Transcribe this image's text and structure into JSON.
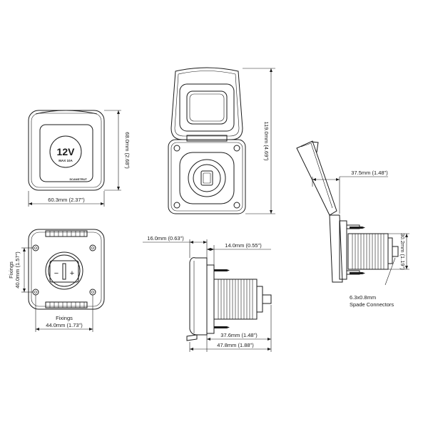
{
  "dimensions": {
    "front_width": "60.3mm (2.37\")",
    "front_height": "68.0mm (2.68\")",
    "open_height": "119.0mm (4.69\")",
    "side_open_depth": "37.5mm (1.48\")",
    "bezel_thickness": "16.0mm (0.63\")",
    "flange_offset": "14.0mm (0.55\")",
    "body_length": "37.6mm (1.48\")",
    "overall_length": "47.8mm (1.88\")",
    "body_diameter": "30.2mm (1.19\")",
    "fixings_vertical": "40.0mm (1.57\")",
    "fixings_horizontal": "44.0mm (1.73\")"
  },
  "labels": {
    "fixings_side": "Fixings",
    "fixings_bottom": "Fixings",
    "spade_size": "6.3x0.8mm",
    "spade_connectors": "Spade Connectors"
  },
  "cover": {
    "voltage": "12V",
    "rating": "MAX 10A",
    "brand": "SCANSTRUT"
  },
  "socket": {
    "minus": "−",
    "plus": "+"
  }
}
